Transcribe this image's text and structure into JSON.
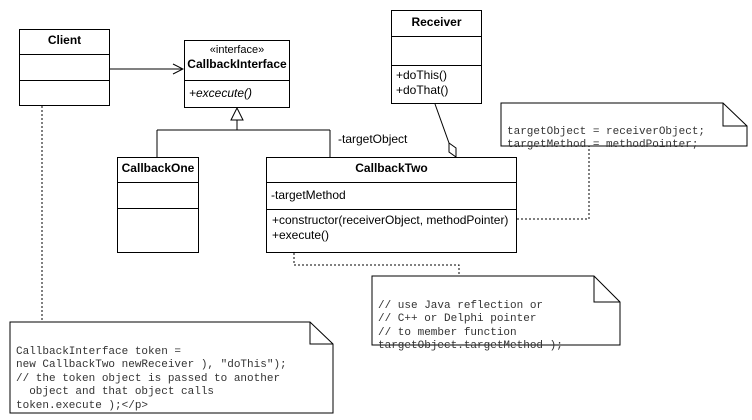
{
  "classes": {
    "client": {
      "name": "Client"
    },
    "callback_interface": {
      "stereotype": "«interface»",
      "name": "CallbackInterface",
      "operations": [
        "+excecute()"
      ]
    },
    "receiver": {
      "name": "Receiver",
      "operations": [
        "+doThis()",
        "+doThat()"
      ]
    },
    "callback_one": {
      "name": "CallbackOne"
    },
    "callback_two": {
      "name": "CallbackTwo",
      "attributes": [
        "-targetMethod"
      ],
      "operations": [
        "+constructor(receiverObject, methodPointer)",
        "+execute()"
      ]
    }
  },
  "association_label": "-targetObject",
  "notes": {
    "receiver_note": [
      "targetObject = receiverObject;",
      "targetMethod = methodPointer;"
    ],
    "reflection_note": [
      "// use Java reflection or",
      "// C++ or Delphi pointer",
      "// to member function",
      "targetObject.targetMethod );"
    ],
    "client_note": [
      "CallbackInterface token =",
      "new CallbackTwo newReceiver ), \"doThis\");",
      "// the token object is passed to another",
      "  object and that object calls",
      "token.execute );</p>"
    ]
  }
}
